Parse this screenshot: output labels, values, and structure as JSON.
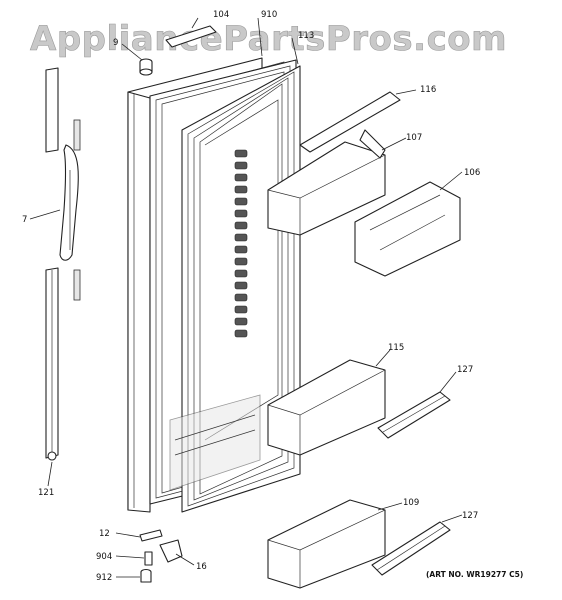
{
  "watermark": "AppliancePartsPros.com",
  "art_number": "(ART NO. WR19277 C5)",
  "callouts": {
    "c104": "104",
    "c910": "910",
    "c9": "9",
    "c113": "113",
    "c116": "116",
    "c107": "107",
    "c106": "106",
    "c7": "7",
    "c115": "115",
    "c127a": "127",
    "c121": "121",
    "c109": "109",
    "c127b": "127",
    "c12": "12",
    "c904": "904",
    "c16": "16",
    "c912": "912"
  }
}
